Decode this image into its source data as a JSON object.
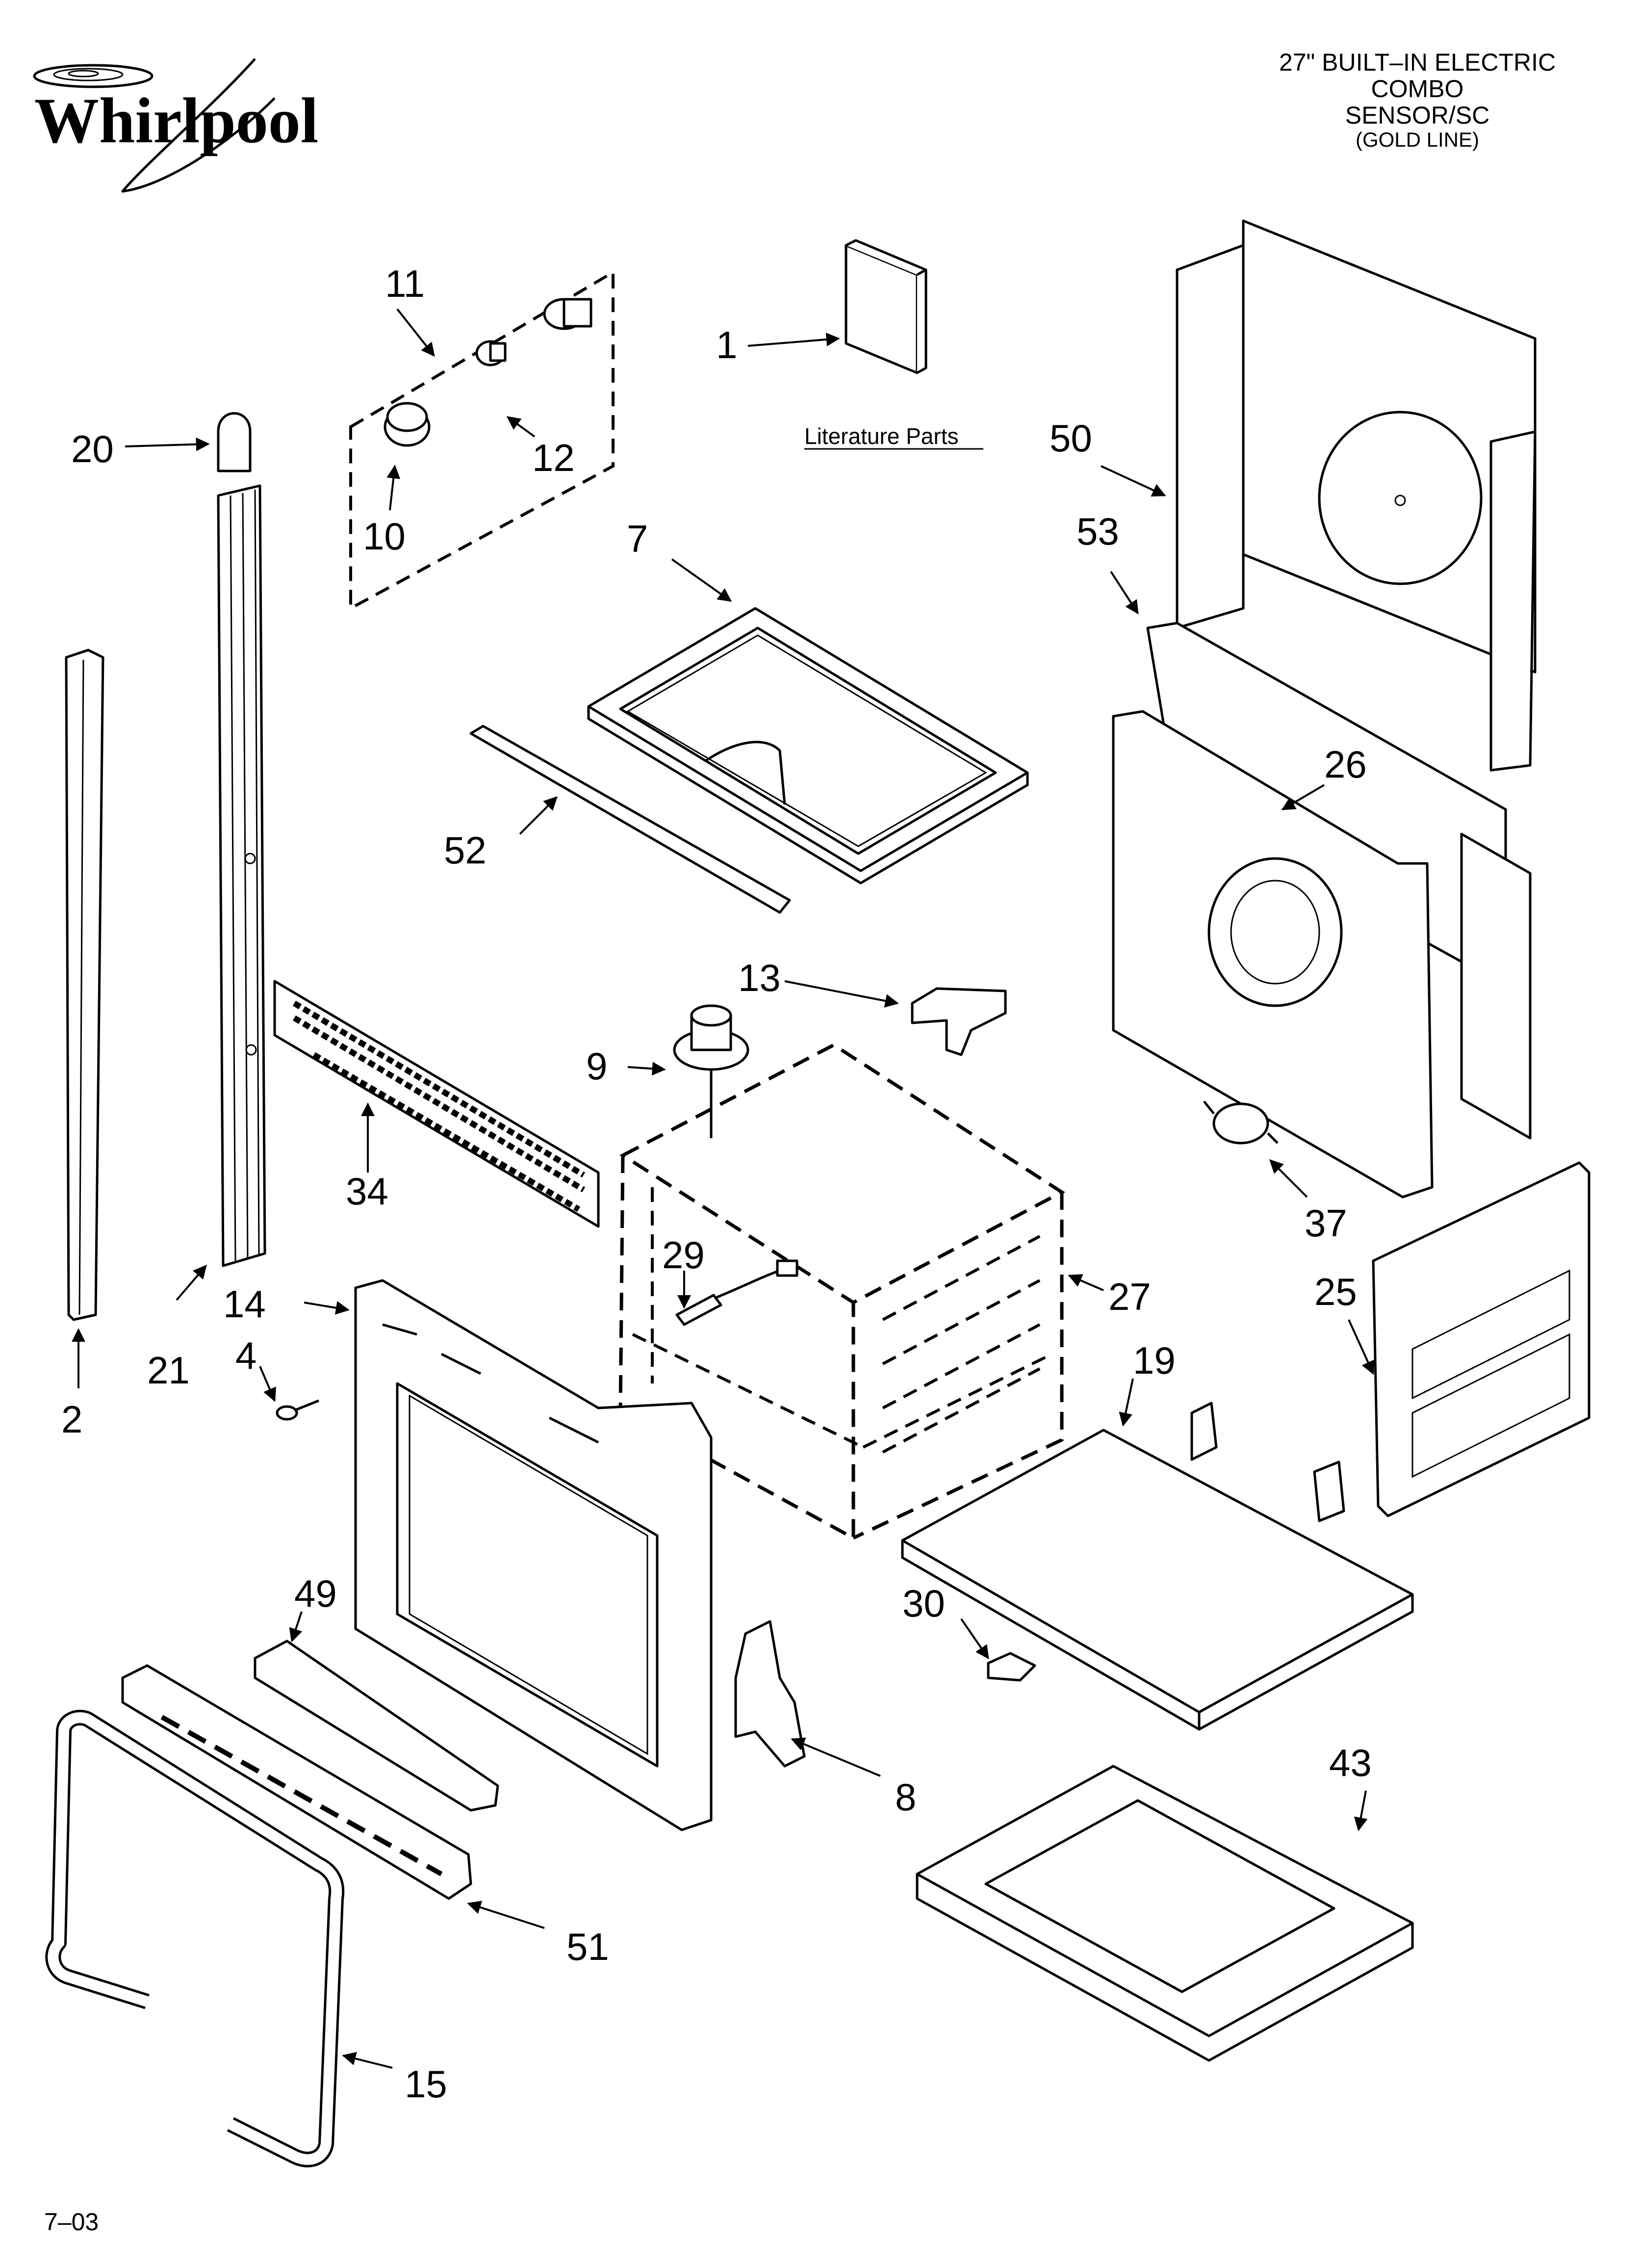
{
  "brand": {
    "logo_text": "Whirlpool"
  },
  "header": {
    "line1": "27\" BUILT–IN ELECTRIC",
    "line2": "COMBO",
    "line3": "SENSOR/SC",
    "line4": "(GOLD LINE)"
  },
  "literature_label": "Literature Parts",
  "footer": {
    "date_code": "7–03"
  },
  "callouts": {
    "c1": "1",
    "c2": "2",
    "c4": "4",
    "c7": "7",
    "c8": "8",
    "c9": "9",
    "c10": "10",
    "c11": "11",
    "c12": "12",
    "c13": "13",
    "c14": "14",
    "c15": "15",
    "c19": "19",
    "c20": "20",
    "c21": "21",
    "c25": "25",
    "c26": "26",
    "c27": "27",
    "c29": "29",
    "c30": "30",
    "c34": "34",
    "c37": "37",
    "c43": "43",
    "c49": "49",
    "c50": "50",
    "c51": "51",
    "c52": "52",
    "c53": "53"
  },
  "colors": {
    "ink": "#000000",
    "paper": "#ffffff"
  }
}
